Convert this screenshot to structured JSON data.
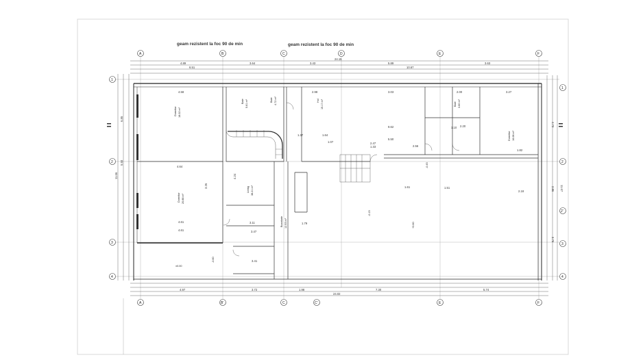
{
  "notes": {
    "fire_glass_left": "geam rezistent la foc 90 de min",
    "fire_glass_right": "geam rezistent la foc 90 de min"
  },
  "axes": {
    "top": [
      "A",
      "B",
      "C",
      "D",
      "E",
      "F"
    ],
    "bottom": [
      "A",
      "B'",
      "C",
      "C'",
      "E",
      "F"
    ],
    "left": [
      "1",
      "2",
      "3",
      "4"
    ],
    "right": [
      "1",
      "2",
      "2'",
      "3",
      "4"
    ]
  },
  "dimensions": {
    "top_total": "24.15",
    "top_segments": [
      "4.89",
      "3.64",
      "3.43",
      "5.89",
      "3.63"
    ],
    "top_sub": [
      "6.51",
      "10.67"
    ],
    "bottom_total": "24.02",
    "bottom_segments": [
      "4.97",
      "3.72",
      "1.98",
      "7.30",
      "5.74"
    ],
    "left_total": "11.66",
    "left_segments": [
      "6.85",
      "5.50"
    ],
    "right_total": "11.67",
    "right_segments": [
      "4.73",
      "2.86",
      "3.76"
    ]
  },
  "rooms": [
    {
      "name": "Dormitor",
      "area": "18.02 m²"
    },
    {
      "name": "Dormitor",
      "area": "20.88 m²"
    },
    {
      "name": "Living",
      "area": "38.21 m²"
    },
    {
      "name": "Hol",
      "area": "15.17 m²"
    },
    {
      "name": "Bucatarie",
      "area": "12.93 m²"
    },
    {
      "name": "Baie",
      "area": "5.61 m²"
    },
    {
      "name": "Baie",
      "area": "4.72 m²"
    },
    {
      "name": "Dormitor",
      "area": "16.08 m²"
    },
    {
      "name": "Baie",
      "area": "3.60 m²"
    }
  ],
  "levels": [
    "±0.00",
    "-0.60",
    "-0.15",
    "+0.60",
    "-0.45"
  ],
  "misc_dims": [
    "4.58",
    "4.64",
    "4.61",
    "4.61",
    "3.47",
    "3.41",
    "2.98",
    "1.79",
    "3.03",
    "9.62",
    "5.50",
    "2.56",
    "2.47",
    "1.33",
    "1.61",
    "1.51",
    "2.18",
    "3.27",
    "1.82",
    "1.10",
    "2.20",
    "2.00",
    "1.37",
    "1.64",
    "1.07",
    "3.11",
    "4.24",
    "3.26"
  ]
}
